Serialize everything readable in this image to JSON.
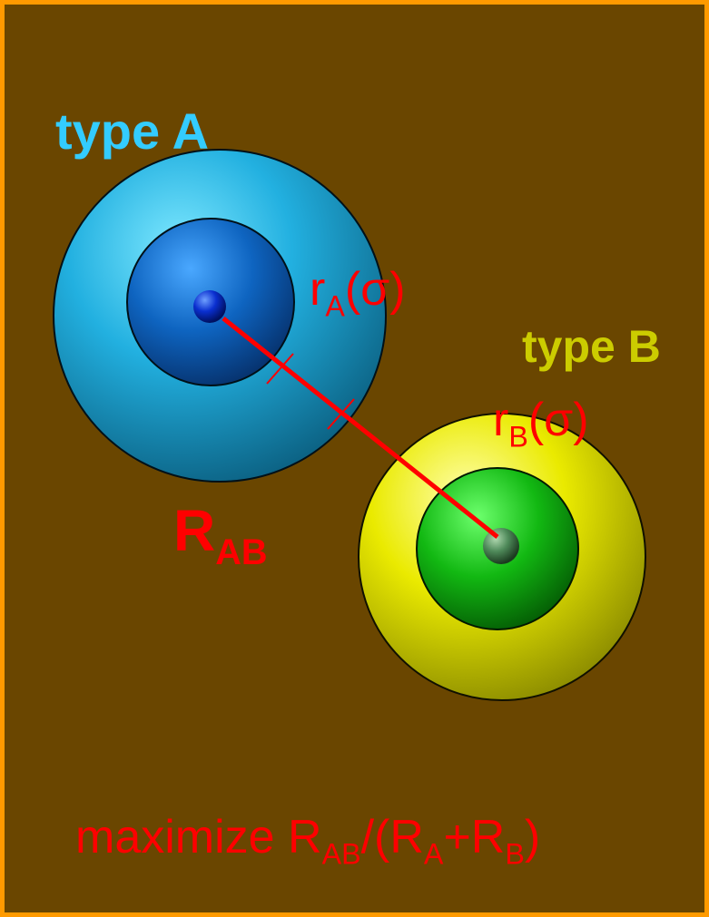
{
  "colors": {
    "background": "#6a4600",
    "border": "#ff9a00",
    "type_a_label": "#33ccff",
    "type_b_label": "#cccc00",
    "annotation": "#ff0000",
    "sphere_a_outer": "#1ea6d6",
    "sphere_a_inner": "#0d5fb8",
    "sphere_b_outer": "#e6e600",
    "sphere_b_inner": "#12b812"
  },
  "labels": {
    "type_a": "type A",
    "type_b": "type B",
    "r_a": {
      "base": "r",
      "sub": "A",
      "rest": "(σ)"
    },
    "r_b": {
      "base": "r",
      "sub": "B",
      "rest": "(σ)"
    },
    "r_ab": {
      "base": "R",
      "sub": "AB"
    },
    "formula": {
      "p1": "maximize R",
      "s1": "AB",
      "p2": "/(R",
      "s2": "A",
      "p3": "+R",
      "s3": "B",
      "p4": ")"
    }
  }
}
